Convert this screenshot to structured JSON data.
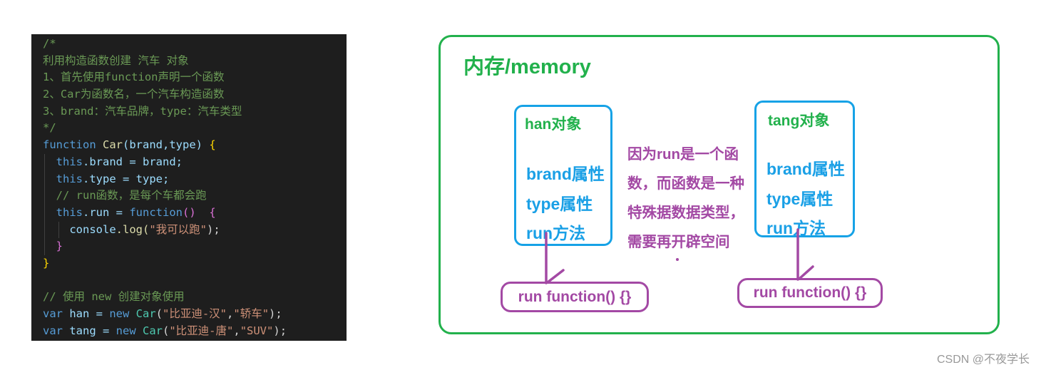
{
  "code": {
    "c1": "/*",
    "c2": "利用构造函数创建 汽车 对象",
    "c3": "1、首先使用function声明一个函数",
    "c4": "2、Car为函数名，一个汽车构造函数",
    "c5": "3、brand：汽车品牌，type：汽车类型",
    "c6": "*/",
    "kw_function": "function",
    "fn_car": "Car",
    "params": "(brand,type)",
    "brace_open": " {",
    "this": "this",
    "brand_line": ".brand = brand;",
    "type_line": ".type = type;",
    "comment_run": "// run函数，是每个车都会跑",
    "run_assign": ".run = ",
    "func_paren": "() ",
    "console": "console",
    "log_call": ".log(",
    "log_str": "\"我可以跑\"",
    "log_end": ");",
    "close_inner": "}",
    "close_outer": "}",
    "comment_new": "// 使用 new 创建对象使用",
    "kw_var": "var",
    "han_decl": " han = ",
    "tang_decl": " tang = ",
    "kw_new": "new",
    "han_args_open": "(",
    "han_a1": "\"比亚迪-汉\"",
    "comma": ",",
    "han_a2": "\"轿车\"",
    "args_close": ");",
    "tang_a1": "\"比亚迪-唐\"",
    "tang_a2": "\"SUV\""
  },
  "diagram": {
    "title": "内存/memory",
    "han": {
      "title": "han对象",
      "brand": "brand属性",
      "type": "type属性",
      "run": "run方法",
      "fn": "run function() {}"
    },
    "tang": {
      "title": "tang对象",
      "brand": "brand属性",
      "type": "type属性",
      "run": "run方法",
      "fn": "run function() {}"
    },
    "note": "因为run是一个函数，而函数是一种特殊据数据类型，需要再开辟空间"
  },
  "watermark": "CSDN @不夜学长",
  "colors": {
    "memory_border": "#22b14c",
    "object_border": "#16a2e6",
    "function_border": "#a349a4",
    "code_bg": "#1e1e1e"
  }
}
